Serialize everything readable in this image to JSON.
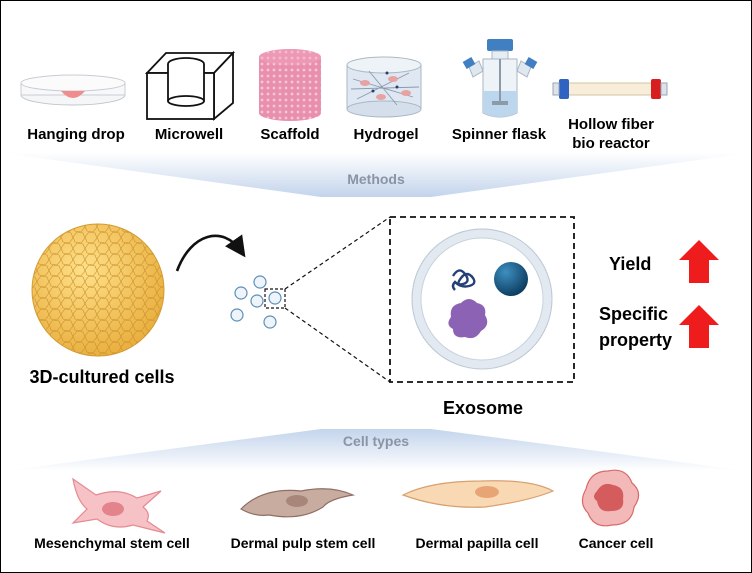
{
  "methods_banner": "Methods",
  "cell_types_banner": "Cell types",
  "methods": [
    {
      "label": "Hanging drop",
      "icon": "hanging-drop-icon"
    },
    {
      "label": "Microwell",
      "icon": "microwell-icon"
    },
    {
      "label": "Scaffold",
      "icon": "scaffold-icon"
    },
    {
      "label": "Hydrogel",
      "icon": "hydrogel-icon"
    },
    {
      "label": "Spinner flask",
      "icon": "spinner-flask-icon"
    },
    {
      "label": "Hollow fiber\nbio reactor",
      "icon": "hollow-fiber-bioreactor-icon"
    }
  ],
  "center": {
    "spheroid_label": "3D-cultured cells",
    "exosome_label": "Exosome",
    "outcomes": [
      {
        "label": "Yield",
        "trend": "up-arrow"
      },
      {
        "label": "Specific\nproperty",
        "trend": "up-arrow"
      }
    ]
  },
  "cell_types": [
    {
      "label": "Mesenchymal stem cell",
      "icon": "mesenchymal-stem-cell-icon"
    },
    {
      "label": "Dermal pulp stem cell",
      "icon": "dermal-pulp-stem-cell-icon"
    },
    {
      "label": "Dermal papilla cell",
      "icon": "dermal-papilla-cell-icon"
    },
    {
      "label": "Cancer cell",
      "icon": "cancer-cell-icon"
    }
  ],
  "colors": {
    "banner": "#c9d8ee",
    "arrow_up": "#ee1c1c",
    "spheroid": "#f2c45a",
    "scaffold": "#e88aa8",
    "exosome_membrane": "#d7e1ec",
    "cargo_blue": "#1f5f8a",
    "cargo_purple": "#8b5fb0"
  }
}
